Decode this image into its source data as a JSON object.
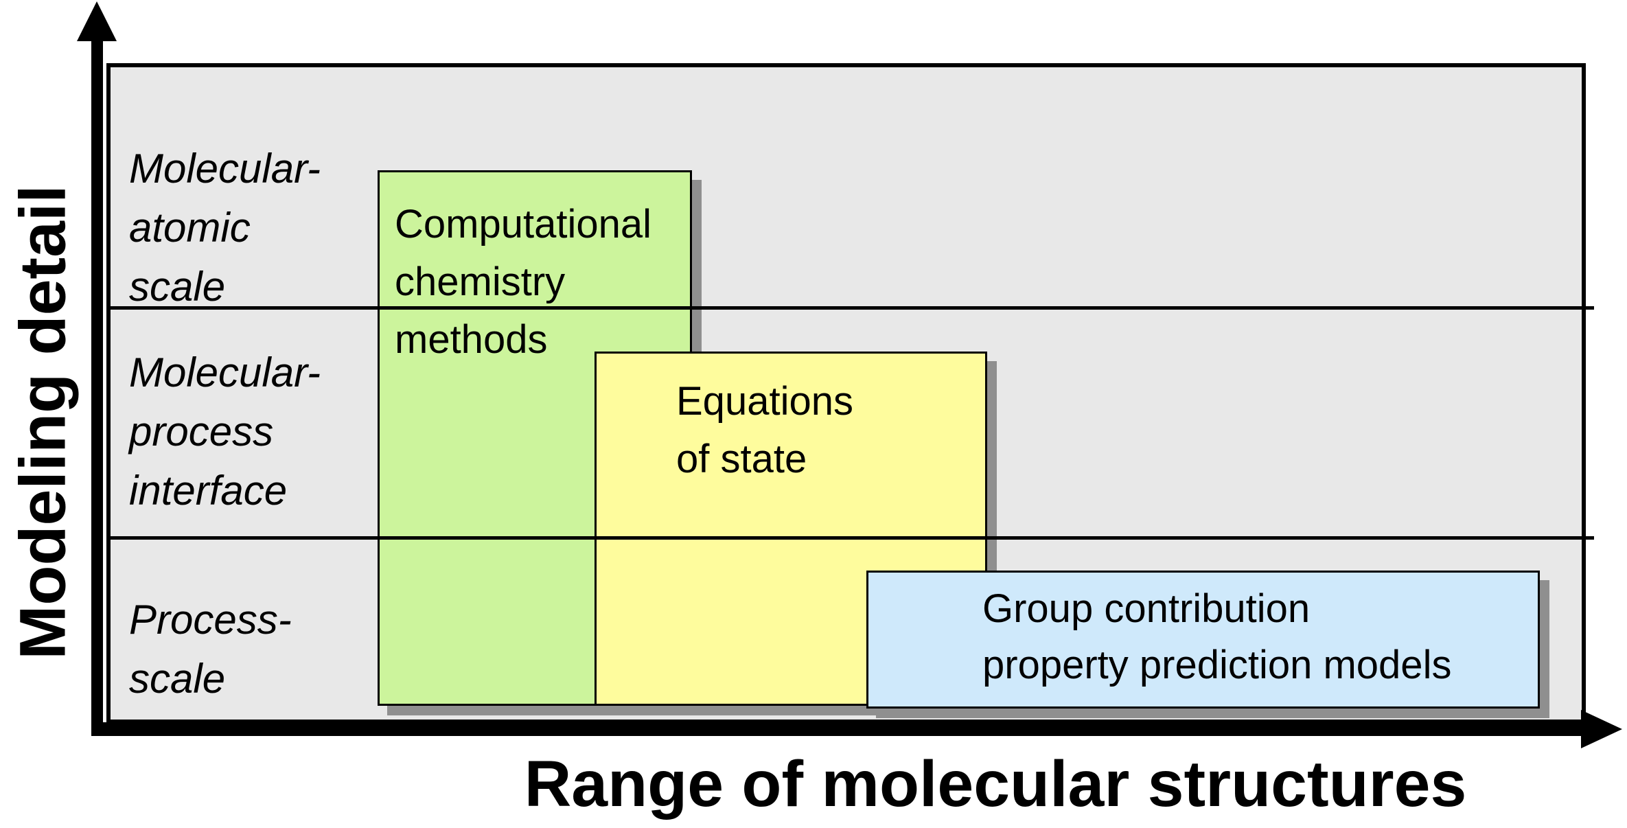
{
  "axes": {
    "x_label": "Range of molecular structures",
    "y_label": "Modeling detail"
  },
  "rows": [
    {
      "name": "molecular-atomic-scale",
      "label_lines": [
        "Molecular-",
        "atomic",
        "scale"
      ]
    },
    {
      "name": "molecular-process-interface",
      "label_lines": [
        "Molecular-",
        "process",
        "interface"
      ]
    },
    {
      "name": "process-scale",
      "label_lines": [
        "Process-",
        "scale"
      ]
    }
  ],
  "boxes": [
    {
      "name": "computational-chemistry-methods",
      "label_lines": [
        "Computational",
        "chemistry",
        "methods"
      ],
      "color": "#ccf49c",
      "rows_spanned": [
        "Molecular-atomic scale",
        "Molecular-process interface",
        "Process-scale"
      ]
    },
    {
      "name": "equations-of-state",
      "label_lines": [
        "Equations",
        "of state"
      ],
      "color": "#fefc9d",
      "rows_spanned": [
        "Molecular-process interface",
        "Process-scale"
      ]
    },
    {
      "name": "group-contribution-property-prediction-models",
      "label_lines": [
        "Group contribution",
        "property prediction models"
      ],
      "color": "#cfe9fb",
      "rows_spanned": [
        "Process-scale"
      ]
    }
  ],
  "colors": {
    "plot_background": "#e8e8e8",
    "box_green": "#ccf49c",
    "box_yellow": "#fefc9d",
    "box_blue": "#cfe9fb",
    "box_shadow": "#8f8f8f",
    "line": "#000000"
  }
}
